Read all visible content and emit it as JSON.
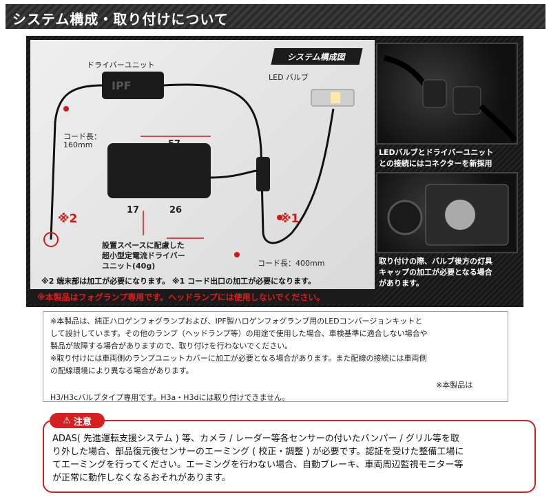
{
  "header": {
    "title": "システム構成・取り付けについて"
  },
  "diagram": {
    "badge": "システム構成図",
    "driver_unit_label": "ドライバーユニット",
    "led_bulb_label": "LED バルブ",
    "cord_160_line1": "コード長：",
    "cord_160_line2": "160mm",
    "dim_57": "57",
    "dim_17": "17",
    "dim_26": "26",
    "marker_2": "※2",
    "marker_1": "※1",
    "unit_desc_line1": "設置スペースに配慮した",
    "unit_desc_line2": "超小型定電流ドライバー",
    "unit_desc_line3": "ユニット(40g)",
    "cord_400": "コード長：400mm",
    "notes": "※2 端末部は加工が必要になります。 ※1 コード出口の加工が必要になります。",
    "fog_only": "※本製品はフォグランプ専用です。ヘッドランプには使用しないでください。"
  },
  "photos": {
    "connector_caption_line1": "LEDバルブとドライバーユニット",
    "connector_caption_line2": "との接続にはコネクターを新採用",
    "install_caption_line1": "取り付けの際、バルブ後方の灯具",
    "install_caption_line2": "キャップの加工が必要となる場合",
    "install_caption_line3": "があります。"
  },
  "info": {
    "line1": "※本製品は、純正ハロゲンフォグランプおよび、IPF製ハロゲンフォグランプ用のLEDコンバージョンキットと",
    "line2": "して設計しています。その他のランプ（ヘッドランプ等）の用途で使用した場合、車検基準に適合しない場合や",
    "line3": "製品が故障する場合がありますので、取り付けを行わないでください。",
    "line4": "※取り付けには車両側のランプユニットカバーに加工が必要となる場合があります。また配線の接続には車両側",
    "line5": "の配線環境により異なる場合があります。",
    "line6_right": "※本製品は",
    "line7": "H3/H3cバルブタイプ専用です。H3a・H3dには取り付けできません。"
  },
  "caution": {
    "tag": "注意",
    "line1": "ADAS( 先進運転支援システム ) 等、カメラ / レーダー等各センサーの付いたバンパー / グリル等を取",
    "line2": "り外した場合、部品復元後センサーのエーミング ( 校正・調整 ) が必要です。認証を受けた整備工場に",
    "line3": "てエーミングを行ってください。エーミングを行わない場合、自動ブレーキ、車両周辺監視モニター等",
    "line4": "が正常に動作しなくなるおそれがあります。"
  }
}
